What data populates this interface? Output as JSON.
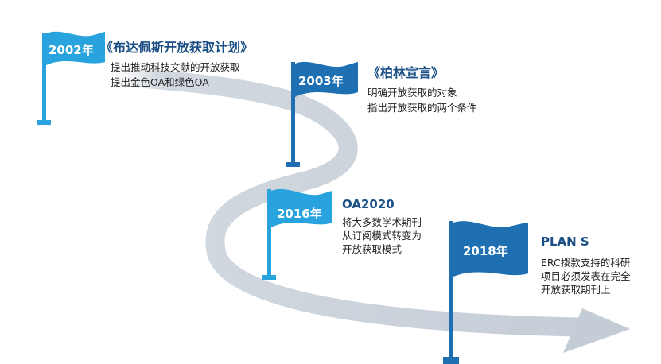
{
  "milestones": [
    {
      "year": "2002年",
      "title": "《布达佩斯开放获取计划》",
      "lines": [
        "提出推动科技文献的开放获取",
        "提出金色OA和绿色OA"
      ],
      "flag_color": "#29a3dd"
    },
    {
      "year": "2003年",
      "title": "《柏林宣言》",
      "lines": [
        "明确开放获取的对象",
        "指出开放获取的两个条件"
      ],
      "flag_color": "#1e70b2"
    },
    {
      "year": "2016年",
      "title": "OA2020",
      "lines": [
        "将大多数学术期刊",
        "从订阅模式转变为",
        "开放获取模式"
      ],
      "flag_color": "#29a3dd"
    },
    {
      "year": "2018年",
      "title": "PLAN S",
      "lines": [
        "ERC拨款支持的科研",
        "项目必须发表在完全",
        "开放获取期刊上"
      ],
      "flag_color": "#1e70b2"
    }
  ],
  "colors": {
    "road": "#cdd4dc",
    "road_shadow": "#b6bfca",
    "title": "#1b4f86",
    "text": "#222222"
  }
}
